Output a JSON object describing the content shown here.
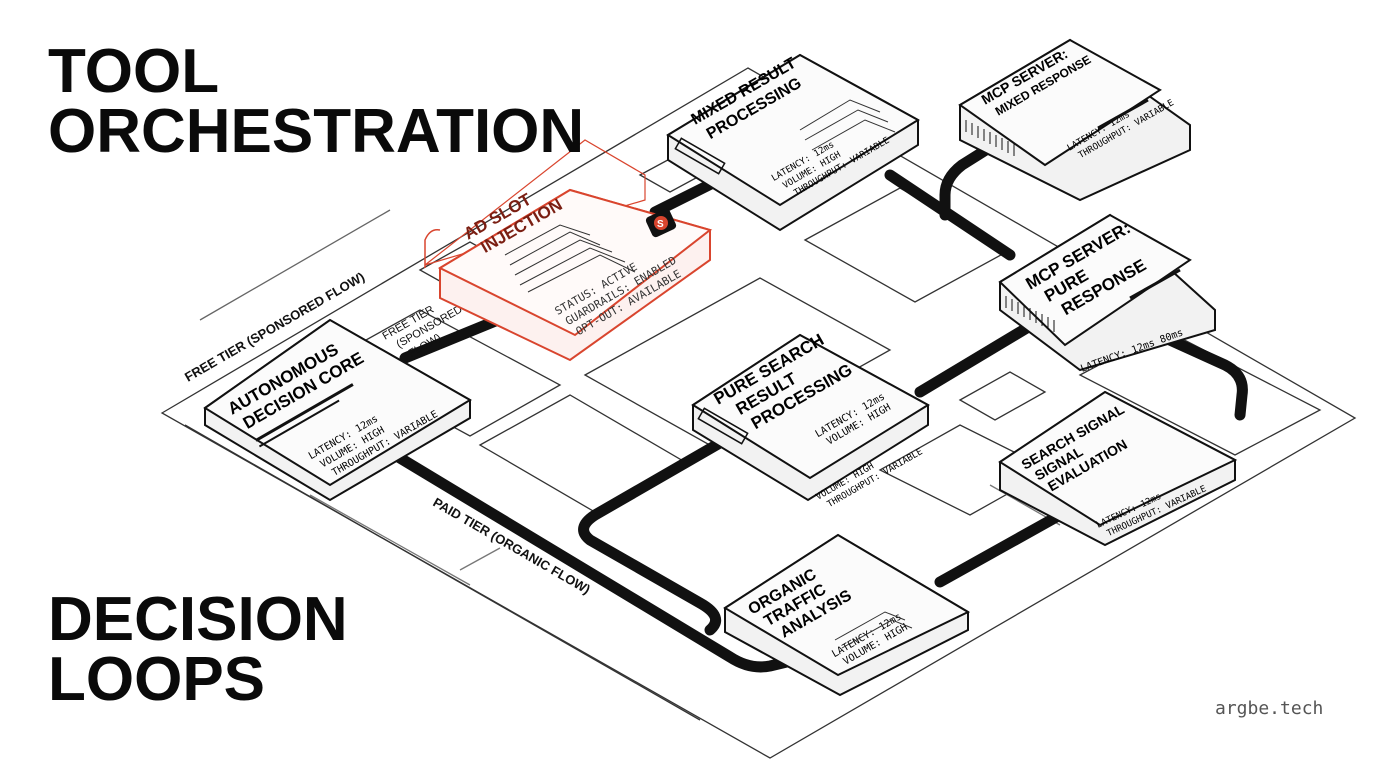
{
  "title_top": [
    "TOOL",
    "ORCHESTRATION"
  ],
  "title_bottom": [
    "DECISION",
    "LOOPS"
  ],
  "brand": "argbe.tech",
  "lanes": {
    "free_tier": "FREE TIER (SPONSORED FLOW)",
    "free_tier_small": [
      "FREE TIER",
      "(SPONSORED",
      "FLOW)"
    ],
    "paid_tier": "PAID TIER (ORGANIC FLOW)"
  },
  "nodes": {
    "decision_core": {
      "title": [
        "AUTONOMOUS",
        "DECISION CORE"
      ],
      "stats": [
        "LATENCY: 12ms",
        "VOLUME: HIGH",
        "THROUGHPUT: VARIABLE"
      ]
    },
    "ad_slot": {
      "title": [
        "AD SLOT",
        "INJECTION"
      ],
      "stats": [
        "STATUS: ACTIVE",
        "GUARDRAILS: ENABLED",
        "OPT-OUT: AVAILABLE"
      ],
      "badge": "S"
    },
    "mixed_result": {
      "title": [
        "MIXED RESULT",
        "PROCESSING"
      ],
      "stats": [
        "LATENCY: 12ms",
        "VOLUME: HIGH",
        "THROUGHPUT: VARIABLE"
      ]
    },
    "mcp_mixed": {
      "title": [
        "MCP SERVER:",
        "MIXED RESPONSE"
      ],
      "stats": [
        "LATENCY: 12ms",
        "THROUGHPUT: VARIABLE"
      ]
    },
    "mcp_pure": {
      "title": [
        "MCP SERVER:",
        "PURE",
        "RESPONSE"
      ],
      "stats": [
        "LATENCY: 12ms 80ms"
      ]
    },
    "pure_search": {
      "title": [
        "PURE SEARCH",
        "RESULT",
        "PROCESSING"
      ],
      "stats": [
        "LATENCY: 12ms",
        "VOLUME: HIGH"
      ],
      "stats_side": [
        "VOLUME: HIGH",
        "THROUGHPUT: VARIABLE"
      ]
    },
    "signal_eval": {
      "title": [
        "SEARCH SIGNAL",
        "SIGNAL",
        "EVALUATION"
      ],
      "stats": [
        "LATENCY: 12ms",
        "THROUGHPUT: VARIABLE"
      ]
    },
    "organic": {
      "title": [
        "ORGANIC",
        "TRAFFIC",
        "ANALYSIS"
      ],
      "stats": [
        "LATENCY: 12ms",
        "VOLUME: HIGH"
      ]
    }
  },
  "colors": {
    "ink": "#111111",
    "accent": "#d9452e",
    "line": "#222222"
  }
}
